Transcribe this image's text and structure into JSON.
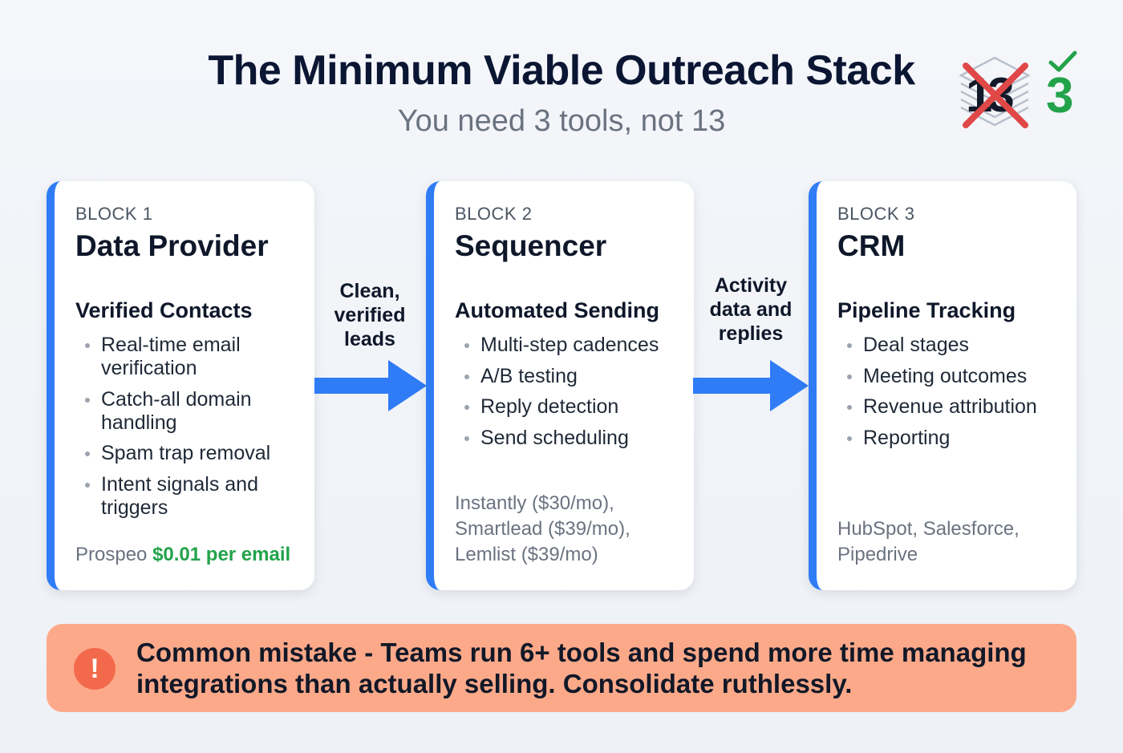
{
  "header": {
    "title": "The Minimum Viable Outreach Stack",
    "subtitle": "You need 3 tools, not 13",
    "badge": {
      "old_count": "13",
      "new_count": "3"
    }
  },
  "blocks": [
    {
      "label": "BLOCK 1",
      "title": "Data Provider",
      "subtitle": "Verified Contacts",
      "features": [
        "Real-time email verification",
        "Catch-all domain handling",
        "Spam trap removal",
        "Intent signals and triggers"
      ],
      "vendor": "Prospeo",
      "price": "$0.01 per email"
    },
    {
      "label": "BLOCK 2",
      "title": "Sequencer",
      "subtitle": "Automated Sending",
      "features": [
        "Multi-step cadences",
        "A/B testing",
        "Reply detection",
        "Send scheduling"
      ],
      "tools": "Instantly ($30/mo), Smartlead ($39/mo), Lemlist ($39/mo)"
    },
    {
      "label": "BLOCK 3",
      "title": "CRM",
      "subtitle": "Pipeline Tracking",
      "features": [
        "Deal stages",
        "Meeting outcomes",
        "Revenue attribution",
        "Reporting"
      ],
      "tools": "HubSpot, Salesforce, Pipedrive"
    }
  ],
  "connectors": [
    {
      "label": "Clean, verified leads"
    },
    {
      "label": "Activity data and replies"
    }
  ],
  "banner": {
    "text": "Common mistake - Teams run 6+ tools and spend more time managing integrations than actually selling. Consolidate ruthlessly.",
    "icon": "!"
  },
  "colors": {
    "accent_blue": "#2f7cf6",
    "green": "#22a34a",
    "red_cross": "#e04848",
    "banner_bg": "#fca98a",
    "warning_icon": "#f26a4b"
  },
  "icons": [
    "stack-layers-icon",
    "cross-out-icon",
    "check-icon",
    "warning-icon",
    "arrow-right-icon"
  ]
}
